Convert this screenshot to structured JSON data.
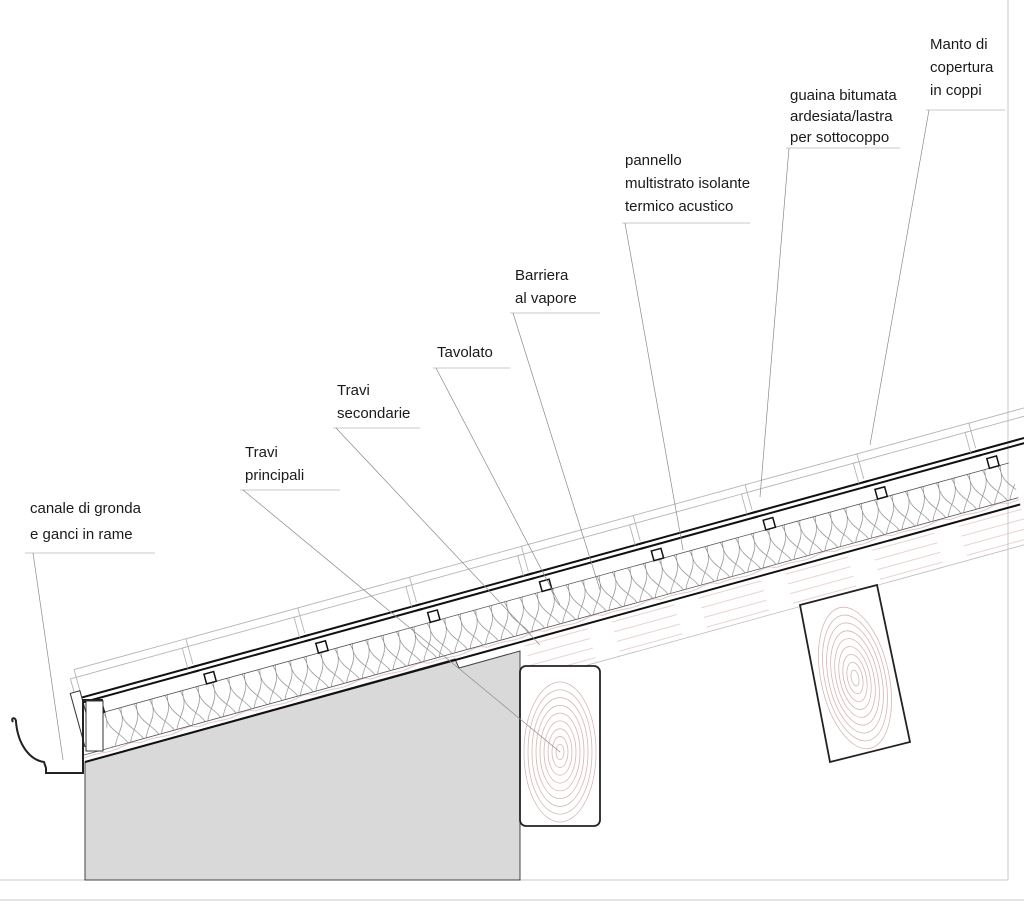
{
  "labels": {
    "gutter": {
      "lines": [
        "canale di gronda",
        "e ganci in rame"
      ]
    },
    "main_beams": {
      "lines": [
        "Travi",
        "principali"
      ]
    },
    "secondary_beams": {
      "lines": [
        "Travi",
        "secondarie"
      ]
    },
    "boarding": {
      "lines": [
        "Tavolato"
      ]
    },
    "vapor_barrier": {
      "lines": [
        "Barriera",
        "al vapore"
      ]
    },
    "insulation_panel": {
      "lines": [
        "pannello",
        "multistrato isolante",
        "termico acustico"
      ]
    },
    "membrane": {
      "lines": [
        "guaina bitumata",
        "ardesiata/lastra",
        "per sottocoppo"
      ]
    },
    "roof_covering": {
      "lines": [
        "Manto di",
        "copertura",
        "in coppi"
      ]
    }
  },
  "colors": {
    "wall": "#d9d9d9",
    "wood_grain": "#d9b5b5",
    "line": "#111111"
  }
}
